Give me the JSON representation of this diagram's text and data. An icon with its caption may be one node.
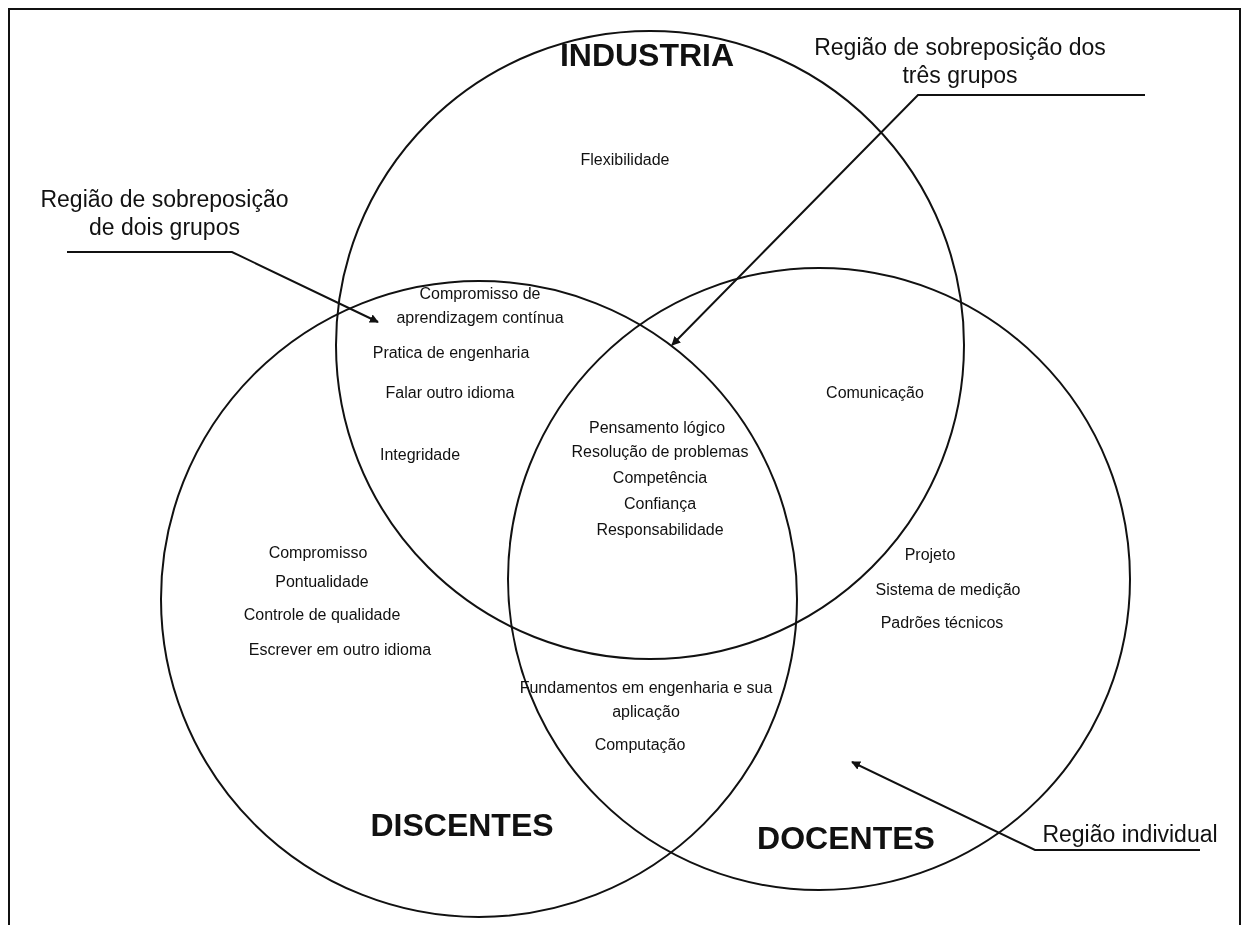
{
  "diagram": {
    "nodes": [
      {
        "text": [
          "INDUSTRIA"
        ]
      },
      {
        "text": [
          "DISCENTES"
        ]
      },
      {
        "text": [
          "DOCENTES"
        ]
      },
      {
        "text": [
          "Região de sobreposição dos três grupos"
        ]
      },
      {
        "text": [
          "Região de sobreposição de dois grupos"
        ]
      },
      {
        "text": [
          "Região individual"
        ]
      }
    ],
    "edges": [
      {
        "from": 3,
        "to": 1,
        "arrow": "to"
      },
      {
        "from": 4,
        "to": 1,
        "arrow": "to"
      },
      {
        "from": 5,
        "to": 2,
        "arrow": "to"
      }
    ],
    "labels": [
      "Flexibilidade",
      "Compromisso de aprendizagem contínua",
      "Pratica de engenharia",
      "Falar outro idioma",
      "Comunicação",
      "Integridade",
      "Pensamento lógico",
      "Resolução de problemas",
      "Competência",
      "Confiança",
      "Responsabilidade",
      "Compromisso",
      "Projeto",
      "Pontualidade",
      "Sistema de medição",
      "Controle de qualidade",
      "Padrões técnicos",
      "Escrever em outro idioma",
      "Fundamentos em engenharia e sua aplicação",
      "Computação"
    ]
  }
}
